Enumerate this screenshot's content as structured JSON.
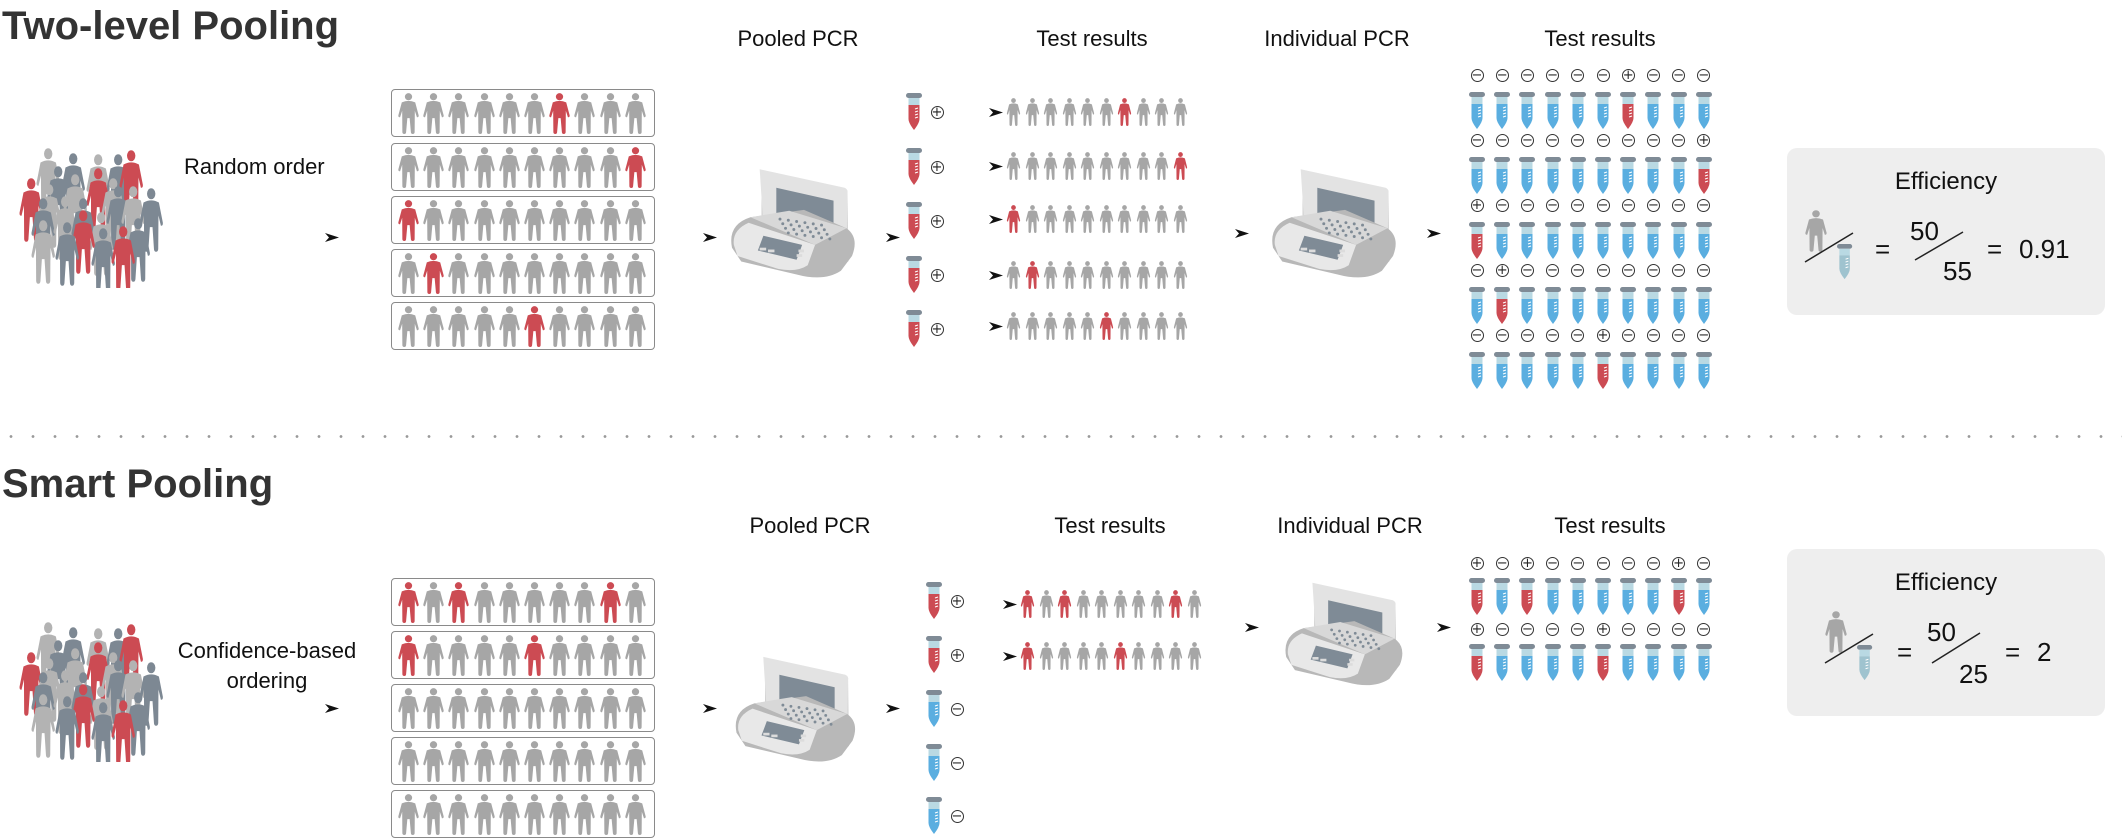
{
  "top": {
    "title": "Two-level Pooling",
    "crowd_label": "Random order",
    "headers": {
      "pooled_pcr": "Pooled PCR",
      "test_results_1": "Test results",
      "individual_pcr": "Individual PCR",
      "test_results_2": "Test results"
    },
    "pools_positive_indices": [
      [
        6
      ],
      [
        9
      ],
      [
        0
      ],
      [
        1
      ],
      [
        5
      ]
    ],
    "pooled_results": [
      "+",
      "+",
      "+",
      "+",
      "+"
    ],
    "individual_results": [
      [
        "−",
        "−",
        "−",
        "−",
        "−",
        "−",
        "+",
        "−",
        "−",
        "−"
      ],
      [
        "−",
        "−",
        "−",
        "−",
        "−",
        "−",
        "−",
        "−",
        "−",
        "+"
      ],
      [
        "+",
        "−",
        "−",
        "−",
        "−",
        "−",
        "−",
        "−",
        "−",
        "−"
      ],
      [
        "−",
        "+",
        "−",
        "−",
        "−",
        "−",
        "−",
        "−",
        "−",
        "−"
      ],
      [
        "−",
        "−",
        "−",
        "−",
        "−",
        "+",
        "−",
        "−",
        "−",
        "−"
      ]
    ],
    "efficiency": {
      "label": "Efficiency",
      "equals": "=",
      "numerator": "50",
      "denominator": "55",
      "value": "0.91"
    }
  },
  "bottom": {
    "title": "Smart Pooling",
    "crowd_label": "Confidence-based ordering",
    "headers": {
      "pooled_pcr": "Pooled PCR",
      "test_results_1": "Test results",
      "individual_pcr": "Individual PCR",
      "test_results_2": "Test results"
    },
    "pools_positive_indices": [
      [
        0,
        2,
        8
      ],
      [
        0,
        5
      ],
      [],
      [],
      []
    ],
    "pooled_results": [
      "+",
      "+",
      "−",
      "−",
      "−"
    ],
    "individual_results": [
      [
        "+",
        "−",
        "+",
        "−",
        "−",
        "−",
        "−",
        "−",
        "+",
        "−"
      ],
      [
        "+",
        "−",
        "−",
        "−",
        "−",
        "+",
        "−",
        "−",
        "−",
        "−"
      ]
    ],
    "efficiency": {
      "label": "Efficiency",
      "equals": "=",
      "numerator": "50",
      "denominator": "25",
      "value": "2"
    }
  },
  "colors": {
    "positive": "#cc4b53",
    "negative_person": "#a6a6a6",
    "negative_tube": "#5aaee0",
    "slate": "#7d8893"
  }
}
